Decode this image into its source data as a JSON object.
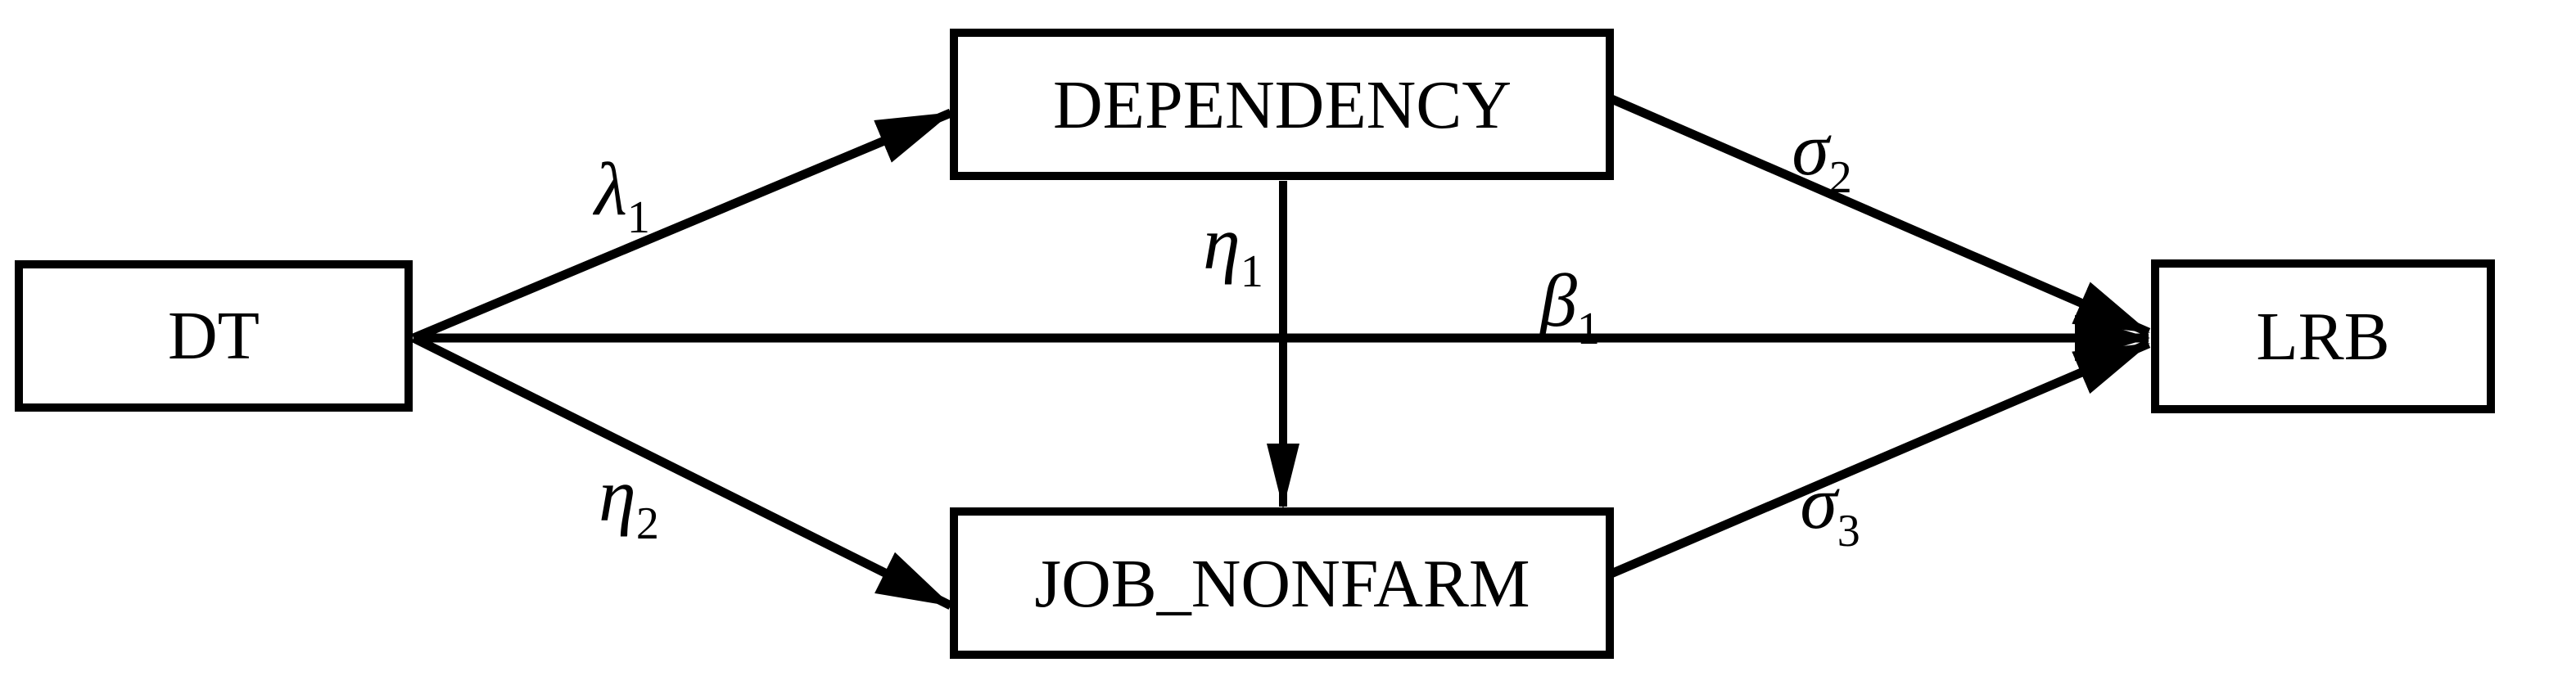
{
  "diagram": {
    "type": "path-model",
    "colors": {
      "background": "#ffffff",
      "line": "#000000",
      "text": "#000000"
    },
    "nodes": [
      {
        "id": "dt",
        "label": "DT"
      },
      {
        "id": "dependency",
        "label": "DEPENDENCY"
      },
      {
        "id": "job_nonfarm",
        "label": "JOB_NONFARM"
      },
      {
        "id": "lrb",
        "label": "LRB"
      }
    ],
    "edges": [
      {
        "id": "dt-dependency",
        "from": "DT",
        "to": "DEPENDENCY",
        "label_base": "λ",
        "label_sub": "1"
      },
      {
        "id": "dt-lrb",
        "from": "DT",
        "to": "LRB",
        "label_base": "β",
        "label_sub": "1"
      },
      {
        "id": "dt-job_nonfarm",
        "from": "DT",
        "to": "JOB_NONFARM",
        "label_base": "η",
        "label_sub": "2"
      },
      {
        "id": "dependency-job_nonfarm",
        "from": "DEPENDENCY",
        "to": "JOB_NONFARM",
        "label_base": "η",
        "label_sub": "1"
      },
      {
        "id": "dependency-lrb",
        "from": "DEPENDENCY",
        "to": "LRB",
        "label_base": "σ",
        "label_sub": "2"
      },
      {
        "id": "job_nonfarm-lrb",
        "from": "JOB_NONFARM",
        "to": "LRB",
        "label_base": "σ",
        "label_sub": "3"
      }
    ]
  }
}
